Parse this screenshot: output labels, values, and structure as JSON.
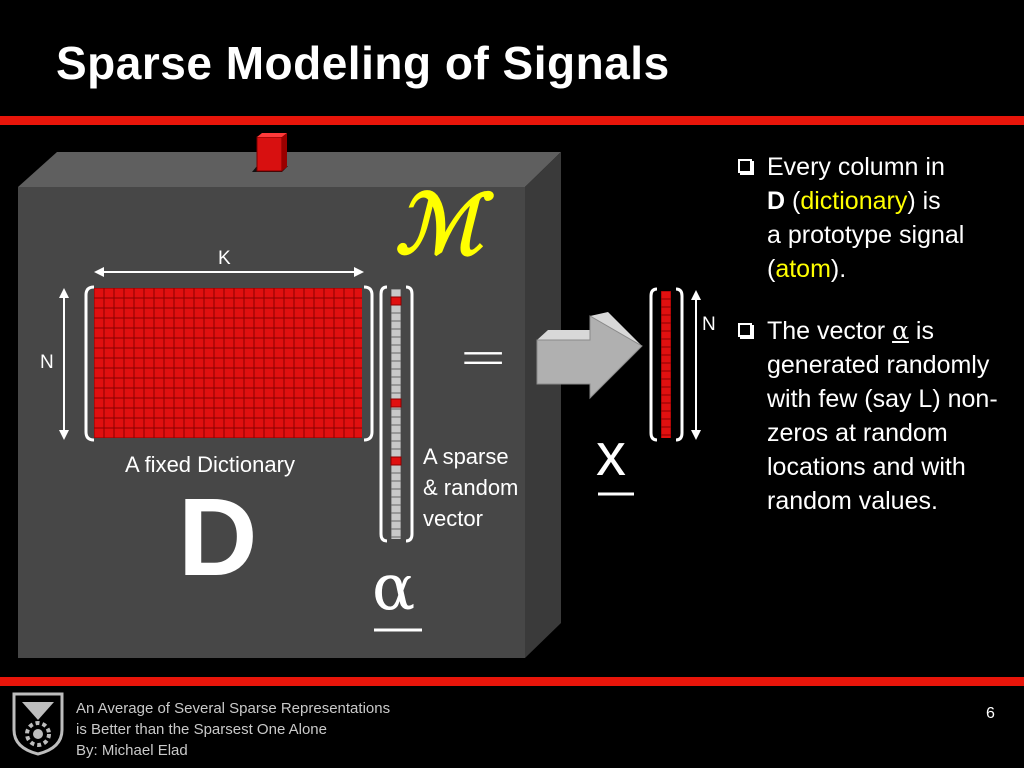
{
  "slide": {
    "title": "Sparse Modeling of Signals",
    "page_number": "6"
  },
  "figure": {
    "model_symbol": "ℳ",
    "k_label": "K",
    "n_label_left": "N",
    "n_label_right": "N",
    "dictionary_caption": "A fixed Dictionary",
    "dictionary_symbol": "D",
    "sparse_caption_1": "A sparse",
    "sparse_caption_2": "& random",
    "sparse_caption_3": "vector",
    "alpha_symbol": "α",
    "equals": "=",
    "x_symbol": "x"
  },
  "bullets": {
    "b1_pre": "Every column in",
    "b1_d": "D",
    "b1_open": " (",
    "b1_hl": "dictionary",
    "b1_close": ") is",
    "b1_line3": "a prototype signal",
    "b1_open2": "(",
    "b1_hl2": "atom",
    "b1_close2": ").",
    "b2_pre": "The vector ",
    "b2_alpha": "α",
    "b2_post": " is",
    "b2_rest": "generated randomly with few (say L) non-zeros at random locations and with random values."
  },
  "footer": {
    "line1": "An Average of Several Sparse Representations",
    "line2": "is Better than the Sparsest One Alone",
    "line3": "By: Michael Elad"
  },
  "colors": {
    "accent_red": "#e8150a",
    "highlight_yellow": "#ffff00",
    "box_face": "#474747"
  }
}
